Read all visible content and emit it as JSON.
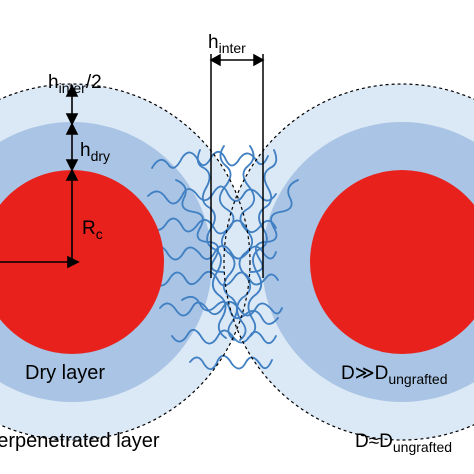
{
  "labels": {
    "h_inter_top": {
      "main": "h",
      "sub": "inter"
    },
    "h_inter_half": {
      "main": "h",
      "sub": "inter",
      "suffix": "/2"
    },
    "h_dry": {
      "main": "h",
      "sub": "dry"
    },
    "r_c": {
      "main": "R",
      "sub": "c"
    },
    "dry_layer": "Dry layer",
    "d_much_greater": {
      "main": "D≫D",
      "sub": "ungrafted"
    },
    "interpenetrated_layer": "Interpenetrated layer",
    "d_approx": {
      "main": "D≈D",
      "sub": "ungrafted"
    }
  },
  "colors": {
    "core": "#e8211c",
    "dry_shell": "#a9c4e4",
    "outer_shell": "#dbe8f5",
    "chains": "#3f7fc2",
    "lines": "#000000"
  }
}
